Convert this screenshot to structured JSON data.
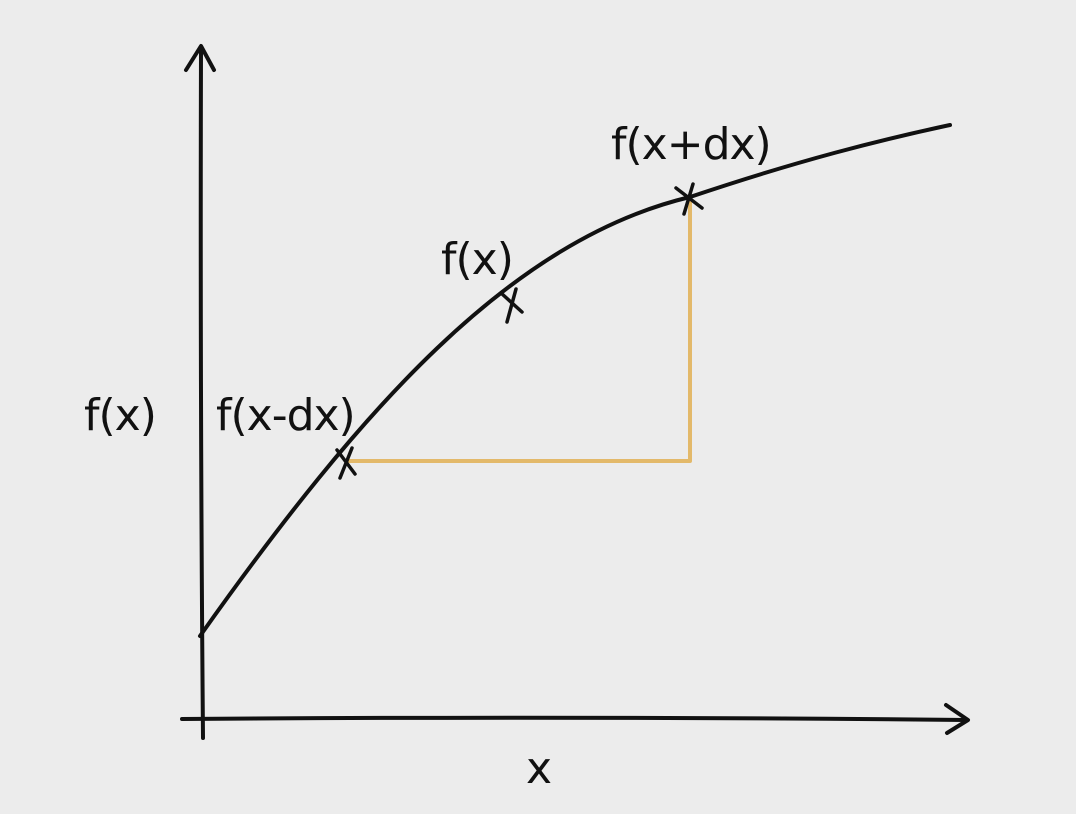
{
  "diagram": {
    "axis_label_y": "f(x)",
    "axis_label_x": "x",
    "points": [
      {
        "id": "left",
        "label": "f(x-dx)"
      },
      {
        "id": "mid",
        "label": "f(x)"
      },
      {
        "id": "right",
        "label": "f(x+dx)"
      }
    ],
    "colors": {
      "background": "#ececec",
      "ink": "#111111",
      "highlight": "#e3b96a"
    }
  }
}
